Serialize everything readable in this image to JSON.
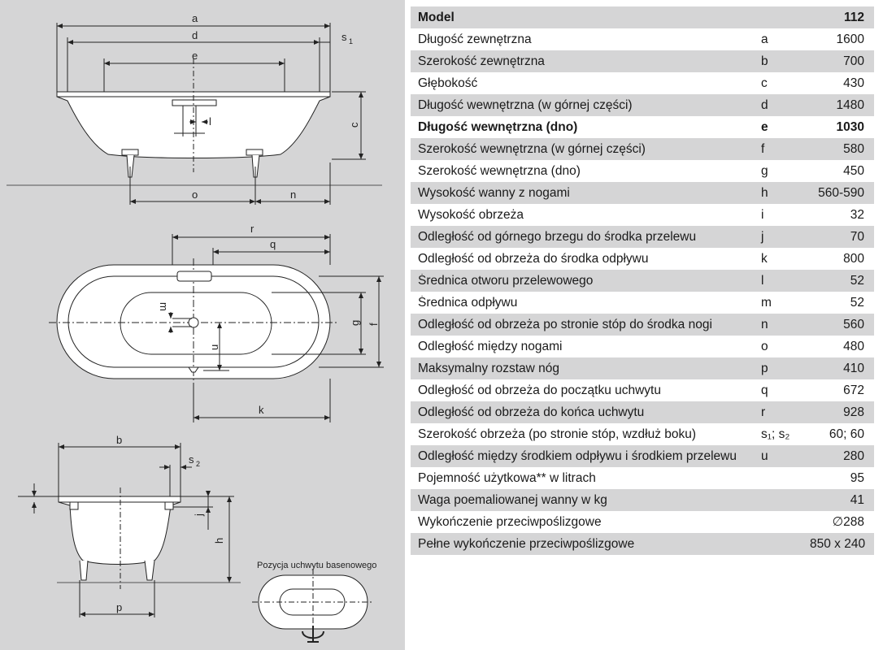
{
  "spec_table": {
    "header": {
      "label": "Model",
      "symbol": "",
      "value": "112"
    },
    "rows": [
      {
        "label": "Długość zewnętrzna",
        "symbol": "a",
        "value": "1600",
        "bold": false
      },
      {
        "label": "Szerokość zewnętrzna",
        "symbol": "b",
        "value": "700",
        "bold": false
      },
      {
        "label": "Głębokość",
        "symbol": "c",
        "value": "430",
        "bold": false
      },
      {
        "label": "Długość wewnętrzna (w górnej części)",
        "symbol": "d",
        "value": "1480",
        "bold": false
      },
      {
        "label": "Długość wewnętrzna (dno)",
        "symbol": "e",
        "value": "1030",
        "bold": true
      },
      {
        "label": "Szerokość wewnętrzna (w górnej części)",
        "symbol": "f",
        "value": "580",
        "bold": false
      },
      {
        "label": "Szerokość wewnętrzna (dno)",
        "symbol": "g",
        "value": "450",
        "bold": false
      },
      {
        "label": "Wysokość wanny z nogami",
        "symbol": "h",
        "value": "560-590",
        "bold": false
      },
      {
        "label": "Wysokość obrzeża",
        "symbol": "i",
        "value": "32",
        "bold": false
      },
      {
        "label": "Odległość od górnego brzegu do środka przelewu",
        "symbol": "j",
        "value": "70",
        "bold": false
      },
      {
        "label": "Odległość od obrzeża do środka odpływu",
        "symbol": "k",
        "value": "800",
        "bold": false
      },
      {
        "label": "Średnica otworu przelewowego",
        "symbol": "l",
        "value": "52",
        "bold": false
      },
      {
        "label": "Średnica odpływu",
        "symbol": "m",
        "value": "52",
        "bold": false
      },
      {
        "label": "Odległość od obrzeża po stronie stóp do środka nogi",
        "symbol": "n",
        "value": "560",
        "bold": false
      },
      {
        "label": "Odległość między nogami",
        "symbol": "o",
        "value": "480",
        "bold": false
      },
      {
        "label": "Maksymalny rozstaw nóg",
        "symbol": "p",
        "value": "410",
        "bold": false
      },
      {
        "label": "Odległość od obrzeża do początku uchwytu",
        "symbol": "q",
        "value": "672",
        "bold": false
      },
      {
        "label": "Odległość od obrzeża do końca uchwytu",
        "symbol": "r",
        "value": "928",
        "bold": false
      },
      {
        "label": "Szerokość obrzeża (po stronie stóp, wzdłuż boku)",
        "symbol": "s₁; s₂",
        "value": "60; 60",
        "bold": false
      },
      {
        "label": "Odległość między środkiem odpływu i środkiem przelewu",
        "symbol": "u",
        "value": "280",
        "bold": false
      },
      {
        "label": "Pojemność użytkowa** w litrach",
        "symbol": "",
        "value": "95",
        "bold": false
      },
      {
        "label": "Waga poemaliowanej wanny w kg",
        "symbol": "",
        "value": "41",
        "bold": false
      },
      {
        "label": "Wykończenie przeciwpoślizgowe",
        "symbol": "",
        "value": "∅288",
        "bold": false
      },
      {
        "label": "Pełne wykończenie przeciwpoślizgowe",
        "symbol": "",
        "value": "850 x 240",
        "bold": false
      }
    ]
  },
  "drawing": {
    "side_view": {
      "dims": {
        "a": "a",
        "d": "d",
        "s1": "s",
        "s1_sub": "1",
        "e": "e",
        "l": "l",
        "c": "c",
        "o": "o",
        "n": "n"
      }
    },
    "top_view": {
      "dims": {
        "r": "r",
        "q": "q",
        "m": "m",
        "g": "g",
        "f": "f",
        "u": "u",
        "k": "k"
      }
    },
    "end_view": {
      "dims": {
        "b": "b",
        "s2": "s",
        "s2_sub": "2",
        "j": "j",
        "h": "h",
        "p": "p"
      }
    },
    "grip_view": {
      "caption": "Pozycja uchwytu basenowego"
    }
  },
  "colors": {
    "panel_bg": "#d5d5d6",
    "row_shade": "#d5d5d6",
    "tub_fill": "#ffffff",
    "line": "#222222"
  }
}
